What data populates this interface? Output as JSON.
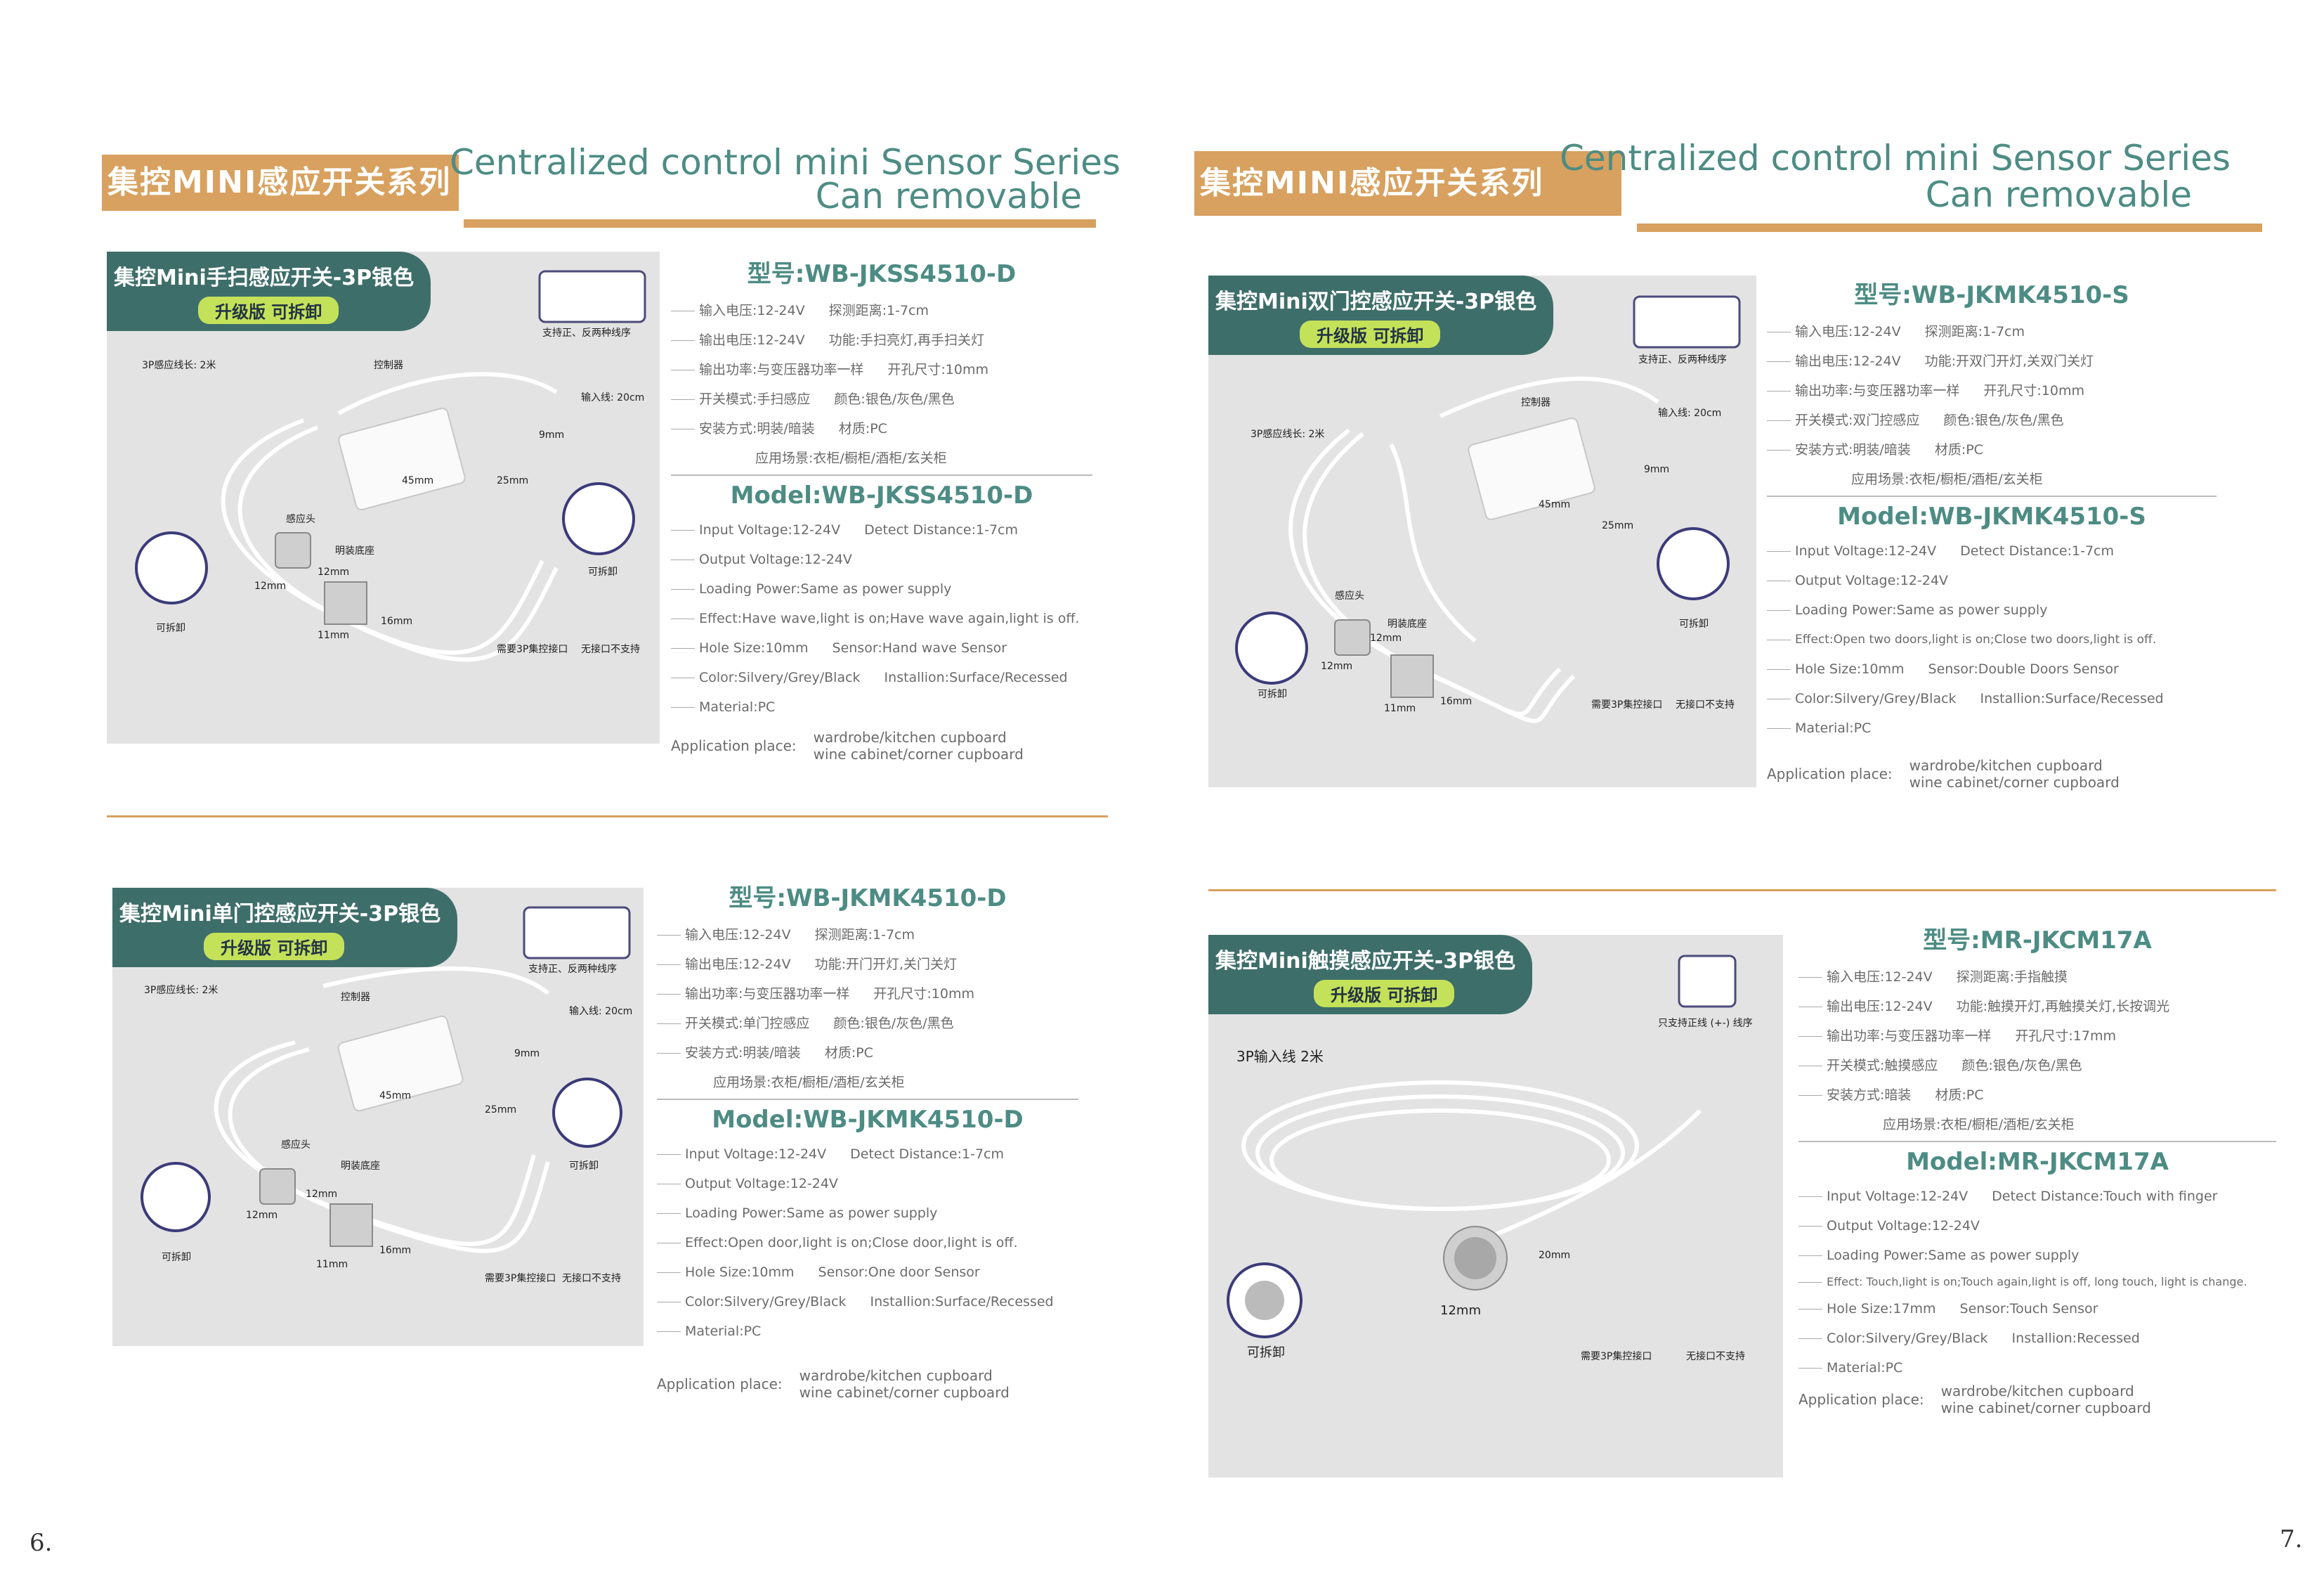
{
  "header": {
    "cn": "集控MINI感应开关系列",
    "en_line1": "Centralized control mini Sensor Series",
    "en_line2": "Can removable"
  },
  "products": [
    {
      "tag": "集控Mini手扫感应开关-3P银色",
      "tag_sub": "升级版 可拆卸",
      "model_cn": "型号:WB-JKSS4510-D",
      "cn_rows": [
        [
          "输入电压:12-24V",
          "探测距离:1-7cm"
        ],
        [
          "输出电压:12-24V",
          "功能:手扫亮灯,再手扫关灯"
        ],
        [
          "输出功率:与变压器功率一样",
          "开孔尺寸:10mm"
        ],
        [
          "开关模式:手扫感应",
          "颜色:银色/灰色/黑色"
        ],
        [
          "安装方式:明装/暗装",
          "材质:PC"
        ]
      ],
      "cn_app": "应用场景:衣柜/橱柜/酒柜/玄关柜",
      "model_en": "Model:WB-JKSS4510-D",
      "en_rows": [
        [
          "Input Voltage:12-24V",
          "Detect Distance:1-7cm"
        ],
        [
          "Output Voltage:12-24V",
          ""
        ],
        [
          "Loading Power:Same as power supply",
          ""
        ],
        [
          "Effect:Have wave,light is on;Have wave again,light is off.",
          ""
        ],
        [
          "Hole Size:10mm",
          "Sensor:Hand wave Sensor"
        ],
        [
          "Color:Silvery/Grey/Black",
          "Installion:Surface/Recessed"
        ],
        [
          "Material:PC",
          ""
        ]
      ],
      "app_label": "Application place:",
      "app_val1": "wardrobe/kitchen cupboard",
      "app_val2": "wine cabinet/corner cupboard",
      "photo_labels": [
        "3P感应线长: 2米",
        "控制器",
        "输入线: 20cm",
        "9mm",
        "45mm",
        "25mm",
        "感应头",
        "明装底座",
        "12mm",
        "12mm",
        "11mm",
        "16mm",
        "可拆卸",
        "可拆卸",
        "支持正、反两种线序",
        "需要3P集控接口",
        "无接口不支持"
      ]
    },
    {
      "tag": "集控Mini双门控感应开关-3P银色",
      "tag_sub": "升级版 可拆卸",
      "model_cn": "型号:WB-JKMK4510-S",
      "cn_rows": [
        [
          "输入电压:12-24V",
          "探测距离:1-7cm"
        ],
        [
          "输出电压:12-24V",
          "功能:开双门开灯,关双门关灯"
        ],
        [
          "输出功率:与变压器功率一样",
          "开孔尺寸:10mm"
        ],
        [
          "开关模式:双门控感应",
          "颜色:银色/灰色/黑色"
        ],
        [
          "安装方式:明装/暗装",
          "材质:PC"
        ]
      ],
      "cn_app": "应用场景:衣柜/橱柜/酒柜/玄关柜",
      "model_en": "Model:WB-JKMK4510-S",
      "en_rows": [
        [
          "Input Voltage:12-24V",
          "Detect Distance:1-7cm"
        ],
        [
          "Output Voltage:12-24V",
          ""
        ],
        [
          "Loading Power:Same as power supply",
          ""
        ],
        [
          "Effect:Open two doors,light is on;Close two doors,light is off.",
          ""
        ],
        [
          "Hole Size:10mm",
          "Sensor:Double Doors Sensor"
        ],
        [
          "Color:Silvery/Grey/Black",
          "Installion:Surface/Recessed"
        ],
        [
          "Material:PC",
          ""
        ]
      ],
      "app_label": "Application place:",
      "app_val1": "wardrobe/kitchen cupboard",
      "app_val2": "wine cabinet/corner cupboard",
      "photo_labels": [
        "3P感应线长: 2米",
        "控制器",
        "输入线: 20cm",
        "9mm",
        "45mm",
        "25mm",
        "感应头",
        "明装底座",
        "12mm",
        "12mm",
        "11mm",
        "16mm",
        "可拆卸",
        "可拆卸",
        "支持正、反两种线序",
        "需要3P集控接口",
        "无接口不支持"
      ]
    },
    {
      "tag": "集控Mini单门控感应开关-3P银色",
      "tag_sub": "升级版 可拆卸",
      "model_cn": "型号:WB-JKMK4510-D",
      "cn_rows": [
        [
          "输入电压:12-24V",
          "探测距离:1-7cm"
        ],
        [
          "输出电压:12-24V",
          "功能:开门开灯,关门关灯"
        ],
        [
          "输出功率:与变压器功率一样",
          "开孔尺寸:10mm"
        ],
        [
          "开关模式:单门控感应",
          "颜色:银色/灰色/黑色"
        ],
        [
          "安装方式:明装/暗装",
          "材质:PC"
        ]
      ],
      "cn_app": "应用场景:衣柜/橱柜/酒柜/玄关柜",
      "model_en": "Model:WB-JKMK4510-D",
      "en_rows": [
        [
          "Input Voltage:12-24V",
          "Detect Distance:1-7cm"
        ],
        [
          "Output Voltage:12-24V",
          ""
        ],
        [
          "Loading Power:Same as power supply",
          ""
        ],
        [
          "Effect:Open door,light is on;Close door,light is off.",
          ""
        ],
        [
          "Hole Size:10mm",
          "Sensor:One door Sensor"
        ],
        [
          "Color:Silvery/Grey/Black",
          "Installion:Surface/Recessed"
        ],
        [
          "Material:PC",
          ""
        ]
      ],
      "app_label": "Application place:",
      "app_val1": "wardrobe/kitchen cupboard",
      "app_val2": "wine cabinet/corner cupboard",
      "photo_labels": [
        "3P感应线长: 2米",
        "控制器",
        "输入线: 20cm",
        "9mm",
        "45mm",
        "25mm",
        "感应头",
        "明装底座",
        "12mm",
        "12mm",
        "11mm",
        "16mm",
        "可拆卸",
        "可拆卸",
        "支持正、反两种线序",
        "需要3P集控接口",
        "无接口不支持"
      ]
    },
    {
      "tag": "集控Mini触摸感应开关-3P银色",
      "tag_sub": "升级版 可拆卸",
      "model_cn": "型号:MR-JKCM17A",
      "cn_rows": [
        [
          "输入电压:12-24V",
          "探测距离:手指触摸"
        ],
        [
          "输出电压:12-24V",
          "功能:触摸开灯,再触摸关灯,长按调光"
        ],
        [
          "输出功率:与变压器功率一样",
          "开孔尺寸:17mm"
        ],
        [
          "开关模式:触摸感应",
          "颜色:银色/灰色/黑色"
        ],
        [
          "安装方式:暗装",
          "材质:PC"
        ]
      ],
      "cn_app": "应用场景:衣柜/橱柜/酒柜/玄关柜",
      "model_en": "Model:MR-JKCM17A",
      "en_rows": [
        [
          "Input Voltage:12-24V",
          "Detect Distance:Touch with finger"
        ],
        [
          "Output Voltage:12-24V",
          ""
        ],
        [
          "Loading Power:Same as power supply",
          ""
        ],
        [
          "Effect: Touch,light is on;Touch again,light is off, long touch, light is change.",
          ""
        ],
        [
          "Hole Size:17mm",
          "Sensor:Touch Sensor"
        ],
        [
          "Color:Silvery/Grey/Black",
          "Installion:Recessed"
        ],
        [
          "Material:PC",
          ""
        ]
      ],
      "app_label": "Application place:",
      "app_val1": "wardrobe/kitchen cupboard",
      "app_val2": "wine cabinet/corner cupboard",
      "photo_labels": [
        "3P输入线 2米",
        "20mm",
        "12mm",
        "可拆卸",
        "只支持正线 (+-) 线序",
        "需要3P集控接口",
        "无接口不支持"
      ]
    }
  ],
  "pages": {
    "left": "6.",
    "right": "7."
  },
  "colors": {
    "accent": "#d8a15f",
    "teal": "#4d8c84",
    "tag_bg": "#3e6e6a",
    "tag_sub": "#c4e15a",
    "photo_bg": "#e3e3e3"
  }
}
